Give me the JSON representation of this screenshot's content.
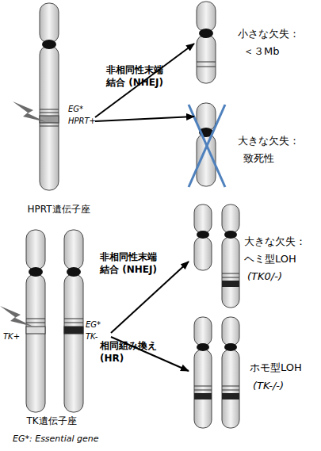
{
  "diagram": {
    "nodes": [
      {
        "text": [
          "EG*",
          "HPRT+",
          "HPRT遺伝子座"
        ]
      },
      {
        "text": [
          "小さな欠失：",
          "＜３Mb"
        ]
      },
      {
        "text": [
          "大きな欠失：",
          "致死性"
        ]
      },
      {
        "text": [
          "TK+",
          "EG*",
          "TK-",
          "TK遺伝子座"
        ]
      },
      {
        "text": [
          "大きな欠失：",
          "ヘミ型LOH",
          "(TK0/-)"
        ]
      },
      {
        "text": [
          "ホモ型LOH",
          "(TK-/-)"
        ]
      }
    ],
    "edges": [
      {
        "from": 0,
        "to": 1,
        "arrow": "to"
      },
      {
        "from": 0,
        "to": 2,
        "arrow": "to",
        "label": "非相同性末端 結合 (NHEJ)"
      },
      {
        "from": 3,
        "to": 4,
        "arrow": "to",
        "label": "非相同性末端 結合 (NHEJ)"
      },
      {
        "from": 3,
        "to": 5,
        "arrow": "to",
        "label": "相同組み換え (HR)"
      }
    ],
    "labels": [
      "EG*: Essential gene"
    ]
  }
}
